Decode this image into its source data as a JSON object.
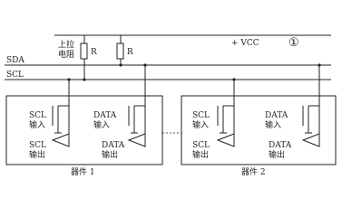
{
  "labels": {
    "pullup_line1": "上拉",
    "pullup_line2": "电阻",
    "resistor1": "R",
    "resistor2": "R",
    "vcc": "+ VCC",
    "circle_mark": "①",
    "sda": "SDA",
    "scl": "SCL"
  },
  "devices": [
    {
      "name": "器件 1",
      "scl_in_line1": "SCL",
      "scl_in_line2": "输入",
      "data_in_line1": "DATA",
      "data_in_line2": "输入",
      "scl_out_line1": "SCL",
      "scl_out_line2": "输出",
      "data_out_line1": "DATA",
      "data_out_line2": "输出"
    },
    {
      "name": "器件 2",
      "scl_in_line1": "SCL",
      "scl_in_line2": "输入",
      "data_in_line1": "DATA",
      "data_in_line2": "输入",
      "scl_out_line1": "SCL",
      "scl_out_line2": "输出",
      "data_out_line1": "DATA",
      "data_out_line2": "输出"
    }
  ]
}
